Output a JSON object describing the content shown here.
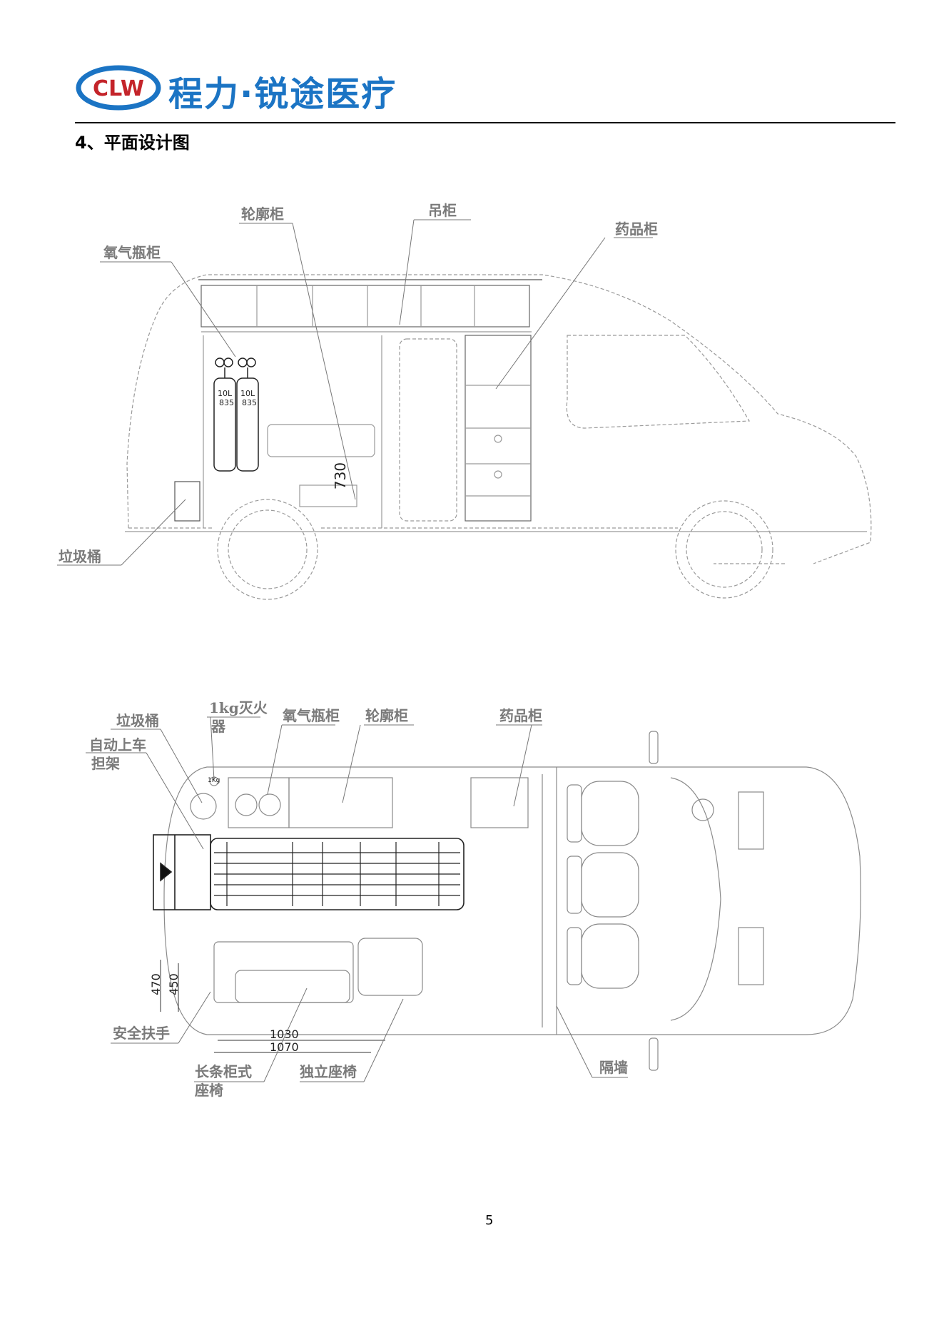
{
  "header": {
    "logo_mark": "CLW",
    "company": "程力·锐途医疗",
    "colors": {
      "logo_blue": "#1b74c4",
      "logo_red": "#c4242a"
    }
  },
  "section_title": "4、平面设计图",
  "side_view": {
    "labels": {
      "outline_cabinet": "轮廓柜",
      "hanging_cabinet": "吊柜",
      "medicine_cabinet": "药品柜",
      "oxygen_cabinet": "氧气瓶柜",
      "trash_bin": "垃圾桶"
    },
    "cylinder_capacity": "10L",
    "cylinder_code": "835",
    "dimension": "730"
  },
  "top_view": {
    "labels": {
      "trash_bin": "垃圾桶",
      "extinguisher_line1": "1kg灭火",
      "extinguisher_line2": "器",
      "oxygen_cabinet": "氧气瓶柜",
      "outline_cabinet": "轮廓柜",
      "medicine_cabinet": "药品柜",
      "stretcher_line1": "自动上车",
      "stretcher_line2": "担架",
      "handrail": "安全扶手",
      "bench_line1": "长条柜式",
      "bench_line2": "座椅",
      "single_seat": "独立座椅",
      "partition": "隔墙"
    },
    "dimensions": {
      "d470": "470",
      "d450": "450",
      "d1030": "1030",
      "d1070": "1070"
    },
    "extinguisher_tag": "1Kg"
  },
  "page_number": "5"
}
